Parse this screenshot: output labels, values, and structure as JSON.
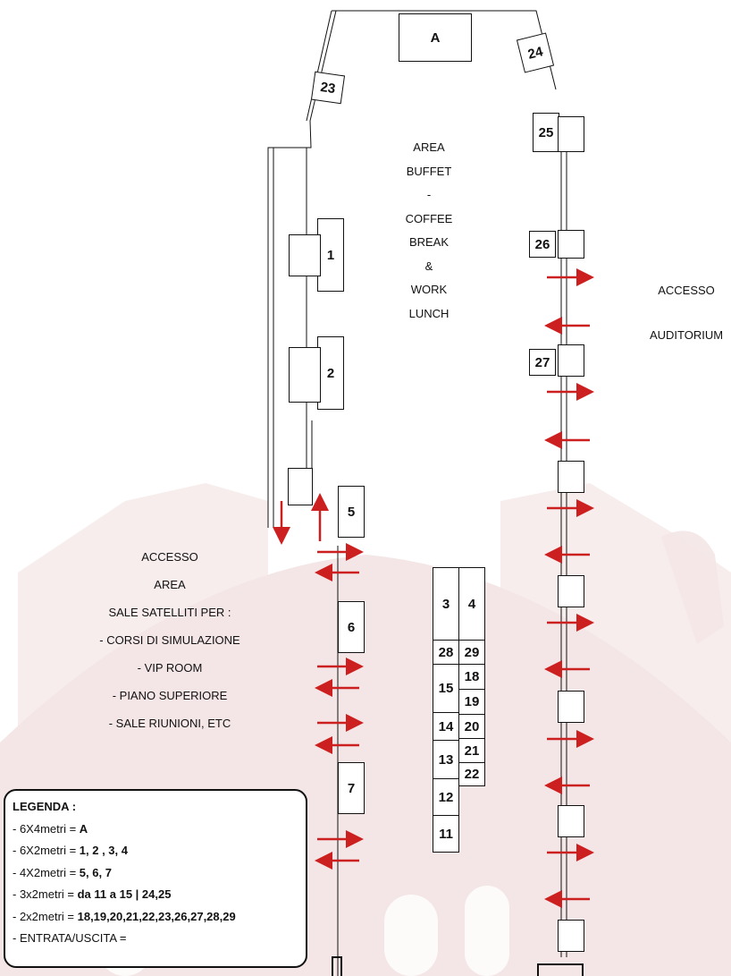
{
  "colors": {
    "arrow": "#cc1f1f",
    "line": "#111111",
    "watermark": "#f3e4e4"
  },
  "booths": {
    "A": "A",
    "b1": "1",
    "b2": "2",
    "b3": "3",
    "b4": "4",
    "b5": "5",
    "b6": "6",
    "b7": "7",
    "b11": "11",
    "b12": "12",
    "b13": "13",
    "b14": "14",
    "b15": "15",
    "b18": "18",
    "b19": "19",
    "b20": "20",
    "b21": "21",
    "b22": "22",
    "b23": "23",
    "b24": "24",
    "b25": "25",
    "b26": "26",
    "b27": "27",
    "b28": "28",
    "b29": "29"
  },
  "area_buffet": [
    "AREA",
    "BUFFET",
    "-",
    "COFFEE",
    "BREAK",
    "&",
    "WORK",
    "LUNCH"
  ],
  "accesso_auditorium": [
    "ACCESSO",
    "AUDITORIUM"
  ],
  "accesso_area": [
    "ACCESSO",
    "AREA",
    "SALE SATELLITI PER :",
    "- CORSI DI SIMULAZIONE",
    "- VIP ROOM",
    "- PIANO SUPERIORE",
    "- SALE RIUNIONI, ETC"
  ],
  "legend": {
    "title": "LEGENDA :",
    "rows": [
      {
        "prefix": "- 6X4metri = ",
        "value": "A"
      },
      {
        "prefix": "- 6X2metri = ",
        "value": "1, 2 , 3, 4"
      },
      {
        "prefix": "- 4X2metri = ",
        "value": "5, 6, 7"
      },
      {
        "prefix": "- 3x2metri = ",
        "value": "da 11 a 15 | 24,25"
      },
      {
        "prefix": "- 2x2metri = ",
        "value": "18,19,20,21,22,23,26,27,28,29"
      },
      {
        "prefix": "- ENTRATA/USCITA = ",
        "value": ""
      }
    ]
  }
}
